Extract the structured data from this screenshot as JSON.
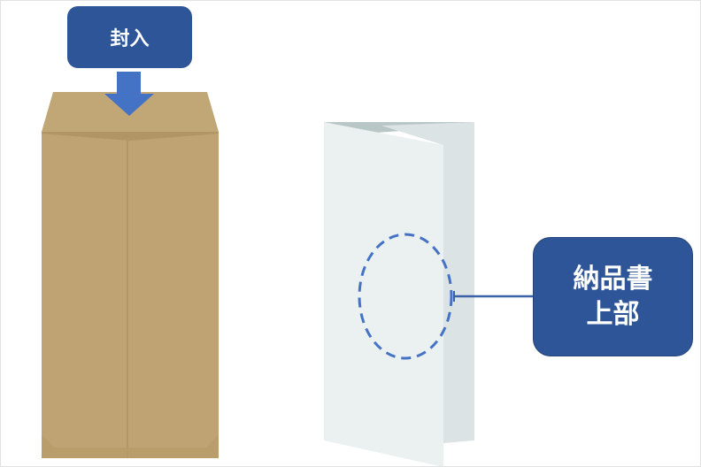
{
  "labels": {
    "insert": "封入",
    "invoice_line1": "納品書",
    "invoice_line2": "上部"
  },
  "colors": {
    "label_bg": "#2e5597",
    "arrow": "#4472c4",
    "envelope": "#c0a474",
    "paper": "#ebf0f1",
    "dashed_circle": "#4472c4"
  }
}
